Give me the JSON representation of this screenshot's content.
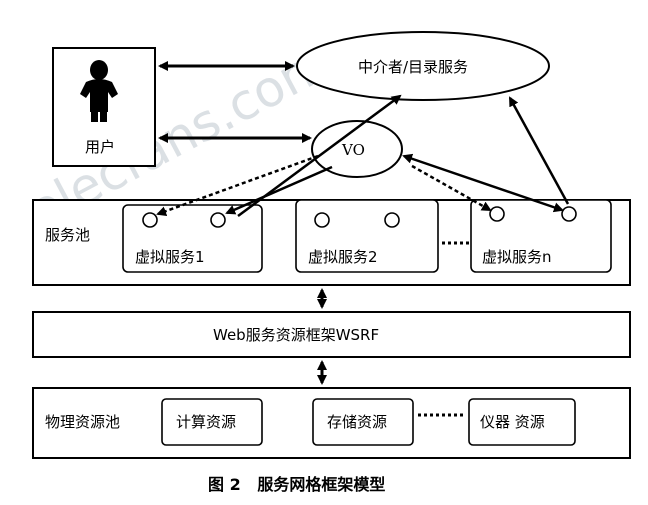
{
  "watermark": "elecfans.com",
  "user": {
    "label": "用户"
  },
  "broker": {
    "label": "中介者/目录服务"
  },
  "vo": {
    "label": "VO"
  },
  "service_pool": {
    "label": "服务池",
    "services": [
      {
        "label": "虚拟服务1"
      },
      {
        "label": "虚拟服务2"
      },
      {
        "label": "虚拟服务n"
      }
    ]
  },
  "wsrf": {
    "label": "Web服务资源框架WSRF"
  },
  "physical_pool": {
    "label": "物理资源池",
    "resources": [
      {
        "label": "计算资源"
      },
      {
        "label": "存储资源"
      },
      {
        "label": "仪器 资源"
      }
    ]
  },
  "caption": "图 2   服务网格框架模型"
}
